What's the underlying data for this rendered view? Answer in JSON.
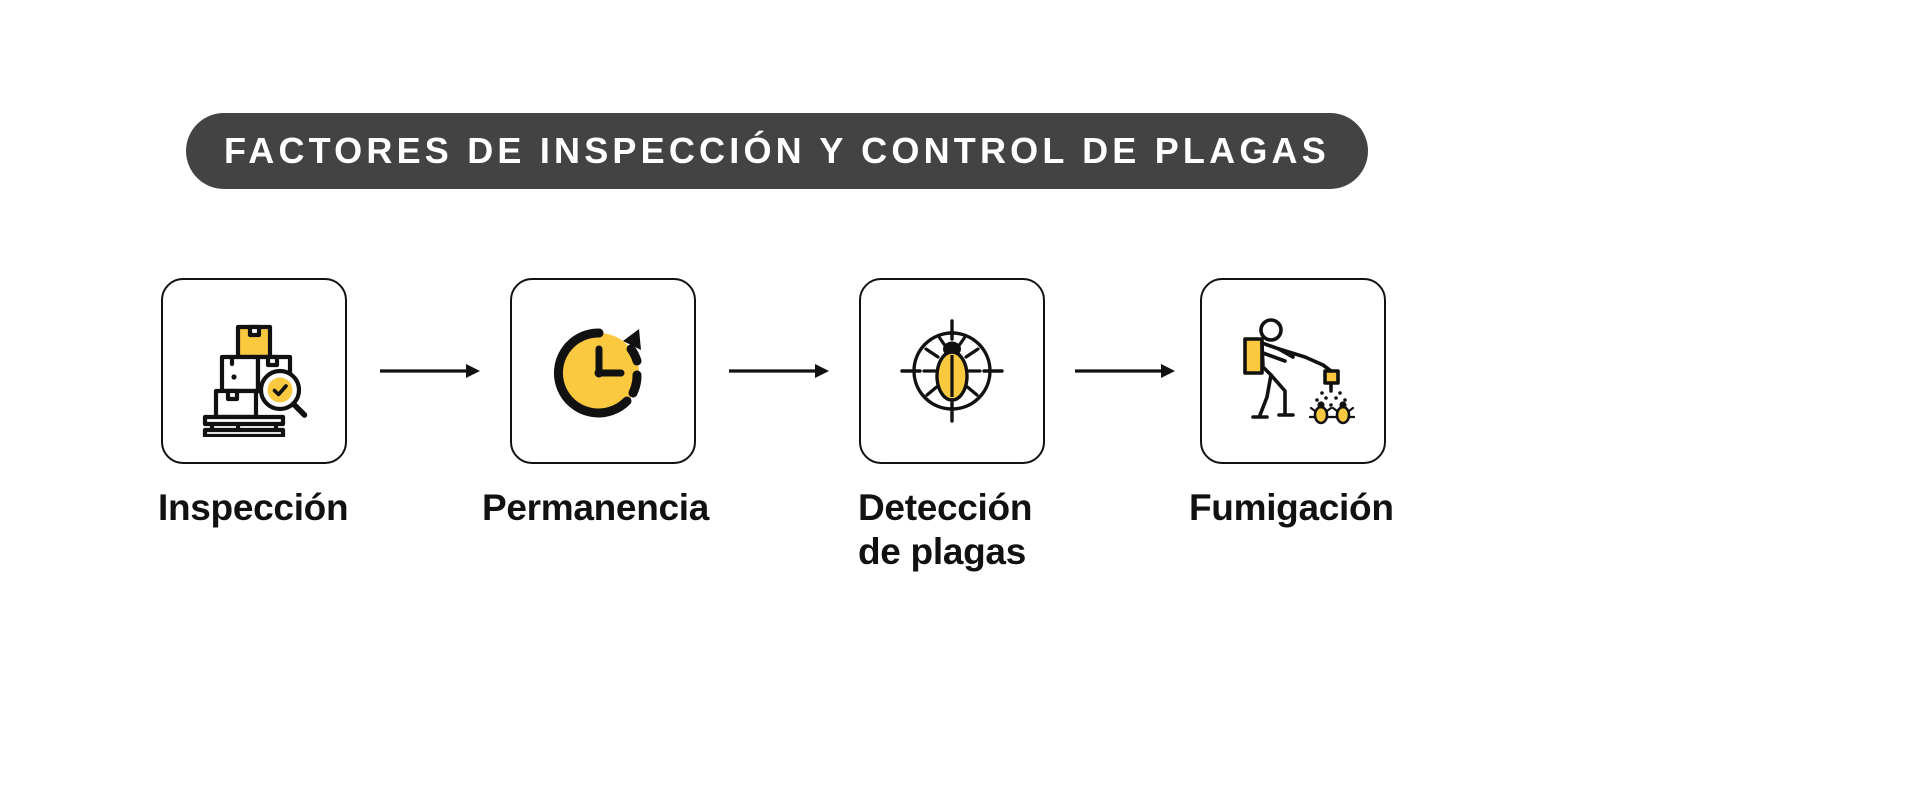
{
  "header": {
    "title": "FACTORES DE INSPECCIÓN Y CONTROL DE PLAGAS",
    "pill_color": "#434343",
    "title_color": "#FFFFFF"
  },
  "theme": {
    "accent_yellow": "#FBC940",
    "accent_yellow_light": "#FCD65E",
    "line_black": "#111111",
    "background": "#FFFFFF"
  },
  "flow": {
    "steps": [
      {
        "id": "inspeccion",
        "label": "Inspección",
        "icon": "boxes-magnifier-icon",
        "icon_description": "stacked cardboard boxes on a pallet with a magnifying glass showing a check mark"
      },
      {
        "id": "permanencia",
        "label": "Permanencia",
        "icon": "clock-icon",
        "icon_description": "yellow clock face with dashed arc and clockwise arrow"
      },
      {
        "id": "deteccion-de-plagas",
        "label": "Detección\nde plagas",
        "icon": "bug-crosshair-icon",
        "icon_description": "yellow beetle centered in a circular crosshair target"
      },
      {
        "id": "fumigacion",
        "label": "Fumigación",
        "icon": "fumigation-icon",
        "icon_description": "worker with yellow backpack sprayer fumigating insects on the ground"
      }
    ],
    "arrows": [
      {
        "id": "arrow-1",
        "direction": "right"
      },
      {
        "id": "arrow-2",
        "direction": "right"
      },
      {
        "id": "arrow-3",
        "direction": "right"
      }
    ]
  }
}
